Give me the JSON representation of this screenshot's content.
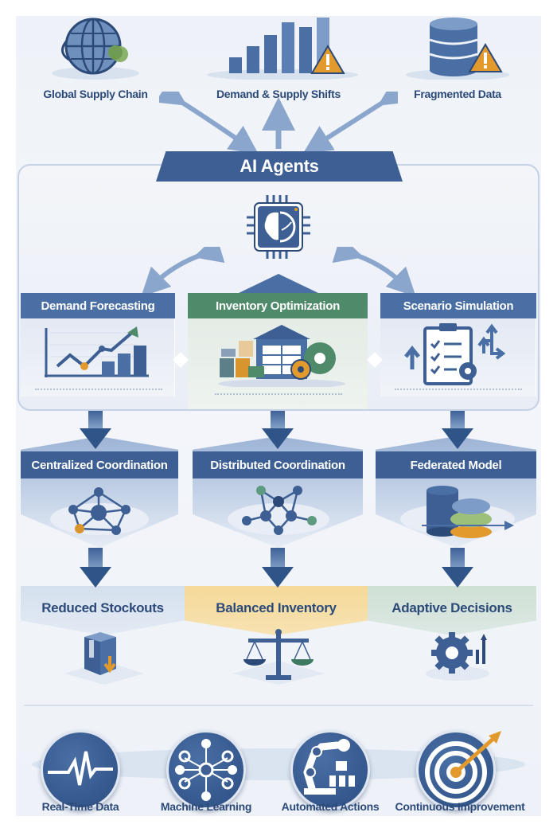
{
  "colors": {
    "primary_blue": "#3d5f93",
    "dark_blue": "#2c4a78",
    "green": "#4f8a6a",
    "orange": "#e39a2d",
    "amber_bg": "#f5d99a",
    "sage_bg": "#cfe0d4",
    "light_blue_bg": "#d5e0ee"
  },
  "challenges": [
    {
      "label": "Global Supply Chain",
      "icon": "globe-icon"
    },
    {
      "label": "Demand & Supply Shifts",
      "icon": "bar-chart-warning-icon"
    },
    {
      "label": "Fragmented Data",
      "icon": "database-warning-icon"
    }
  ],
  "hub": {
    "title": "AI Agents",
    "icon": "ai-chip-brain-icon"
  },
  "capabilities": [
    {
      "label": "Demand Forecasting",
      "icon": "forecast-chart-icon",
      "header_color": "#4a6fa5"
    },
    {
      "label": "Inventory Optimization",
      "icon": "warehouse-gears-icon",
      "header_color": "#4f8a6a"
    },
    {
      "label": "Scenario Simulation",
      "icon": "clipboard-checklist-icon",
      "header_color": "#4a6fa5"
    }
  ],
  "coordination_models": [
    {
      "label": "Centralized Coordination",
      "icon": "centralized-network-icon"
    },
    {
      "label": "Distributed Coordination",
      "icon": "distributed-network-icon"
    },
    {
      "label": "Federated Model",
      "icon": "federated-database-icon"
    }
  ],
  "outcomes": [
    {
      "label": "Reduced Stockouts",
      "icon": "box-down-arrow-icon",
      "bg": "#d5e0ee"
    },
    {
      "label": "Balanced Inventory",
      "icon": "balance-scale-icon",
      "bg": "#f5d99a"
    },
    {
      "label": "Adaptive Decisions",
      "icon": "gear-arrow-icon",
      "bg": "#cfe0d4"
    }
  ],
  "enablers": [
    {
      "label": "Real-Time Data",
      "icon": "pulse-icon"
    },
    {
      "label": "Machine Learning",
      "icon": "neural-network-icon"
    },
    {
      "label": "Automated Actions",
      "icon": "robot-arm-icon"
    },
    {
      "label": "Continuous Improvement",
      "icon": "target-arrow-icon"
    }
  ]
}
